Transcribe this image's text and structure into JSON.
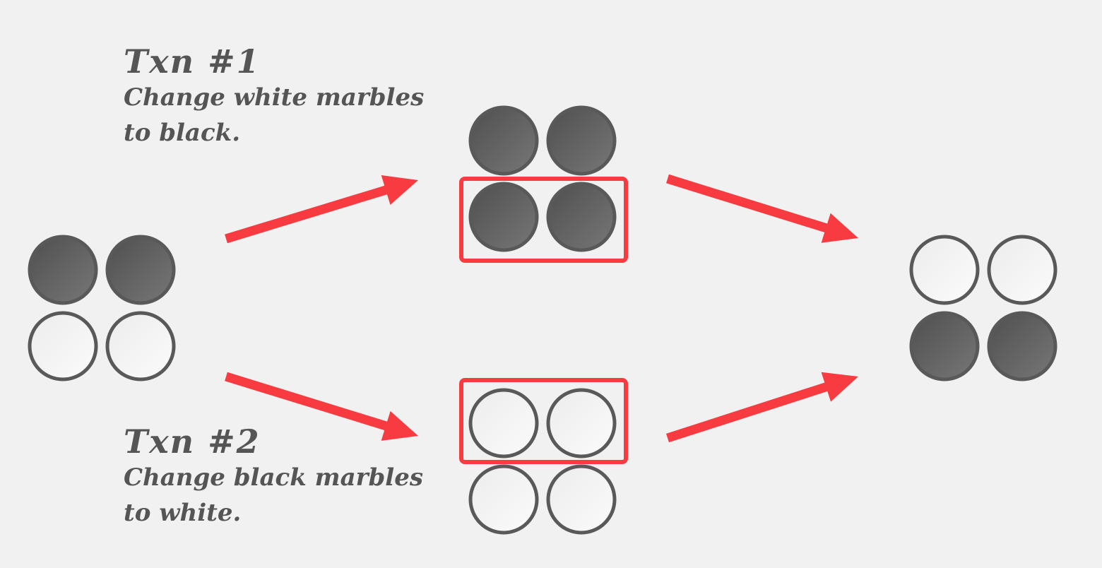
{
  "txn1": {
    "title": "Txn #1",
    "line1": "Change white marbles",
    "line2": "to black."
  },
  "txn2": {
    "title": "Txn #2",
    "line1": "Change black marbles",
    "line2": "to white."
  },
  "colors": {
    "dark": "#5a5a5a",
    "light": "#f7f7f7",
    "stroke": "#595959",
    "accent": "#f73b40",
    "background": "#f1f1f1"
  },
  "groups": [
    {
      "name": "initial-state",
      "marbles": [
        "dark",
        "dark",
        "light",
        "light"
      ]
    },
    {
      "name": "txn1-result",
      "marbles": [
        "dark",
        "dark",
        "dark",
        "dark"
      ],
      "highlight": "bottom"
    },
    {
      "name": "txn2-result",
      "marbles": [
        "light",
        "light",
        "light",
        "light"
      ],
      "highlight": "top"
    },
    {
      "name": "final-state",
      "marbles": [
        "light",
        "light",
        "dark",
        "dark"
      ]
    }
  ]
}
